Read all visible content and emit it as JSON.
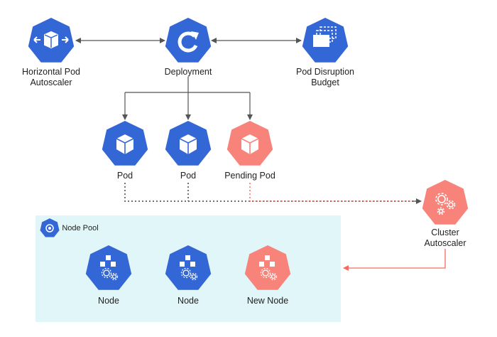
{
  "colors": {
    "blue": "#3367d6",
    "salmon": "#f8837a",
    "pool_bg": "#e1f6f8",
    "line": "#555555",
    "salmon_line": "#f26b5e"
  },
  "nodes": {
    "hpa": {
      "line1": "Horizontal Pod",
      "line2": "Autoscaler",
      "icon": "arrows-cube-icon"
    },
    "deployment": {
      "label": "Deployment",
      "icon": "refresh-icon"
    },
    "pdb": {
      "line1": "Pod Disruption",
      "line2": "Budget",
      "icon": "stacked-windows-icon"
    },
    "pod1": {
      "label": "Pod",
      "icon": "cube-icon"
    },
    "pod2": {
      "label": "Pod",
      "icon": "cube-icon"
    },
    "pending_pod": {
      "label": "Pending Pod",
      "icon": "cube-icon"
    },
    "cluster_autoscaler": {
      "line1": "Cluster",
      "line2": "Autoscaler",
      "icon": "gears-icon"
    },
    "node1": {
      "label": "Node",
      "icon": "node-icon"
    },
    "node2": {
      "label": "Node",
      "icon": "node-icon"
    },
    "new_node": {
      "label": "New Node",
      "icon": "node-icon"
    }
  },
  "node_pool": {
    "label": "Node Pool",
    "icon": "node-pool-icon"
  }
}
